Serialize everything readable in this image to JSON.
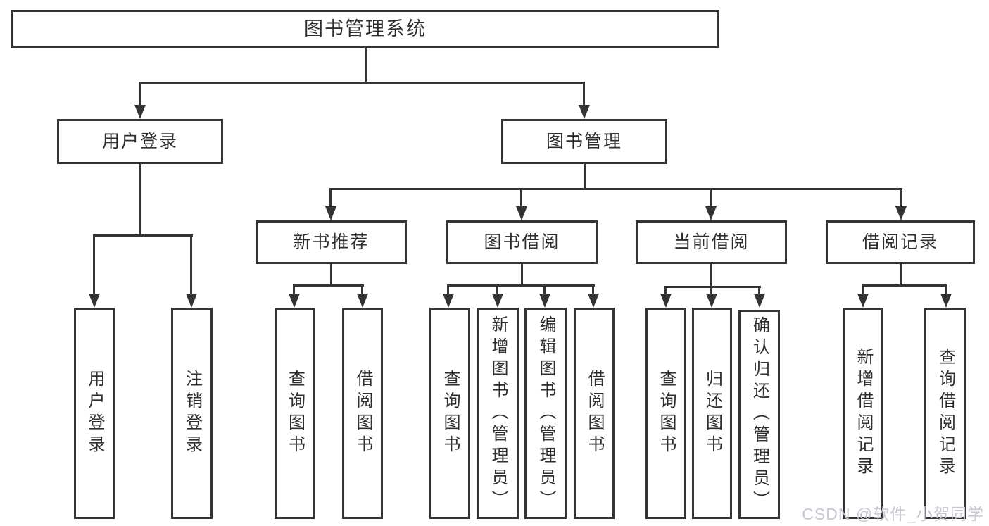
{
  "diagram": {
    "root": {
      "label": "图书管理系统"
    },
    "branches": [
      {
        "label": "用户登录",
        "children": [
          {
            "label": "用户登录"
          },
          {
            "label": "注销登录"
          }
        ]
      },
      {
        "label": "图书管理",
        "children": [
          {
            "label": "新书推荐",
            "children": [
              {
                "label": "查询图书"
              },
              {
                "label": "借阅图书"
              }
            ]
          },
          {
            "label": "图书借阅",
            "children": [
              {
                "label": "查询图书"
              },
              {
                "label": "新增图书（管理员）"
              },
              {
                "label": "编辑图书（管理员）"
              },
              {
                "label": "借阅图书"
              }
            ]
          },
          {
            "label": "当前借阅",
            "children": [
              {
                "label": "查询图书"
              },
              {
                "label": "归还图书"
              },
              {
                "label": "确认归还（管理员）"
              }
            ]
          },
          {
            "label": "借阅记录",
            "children": [
              {
                "label": "新增借阅记录"
              },
              {
                "label": "查询借阅记录"
              }
            ]
          }
        ]
      }
    ]
  },
  "watermark": {
    "text": "CSDN @软件_小贺同学"
  },
  "colors": {
    "line": "#343434",
    "text": "#2e2e2e",
    "watermark": "#c7c7d2",
    "background": "#ffffff"
  }
}
